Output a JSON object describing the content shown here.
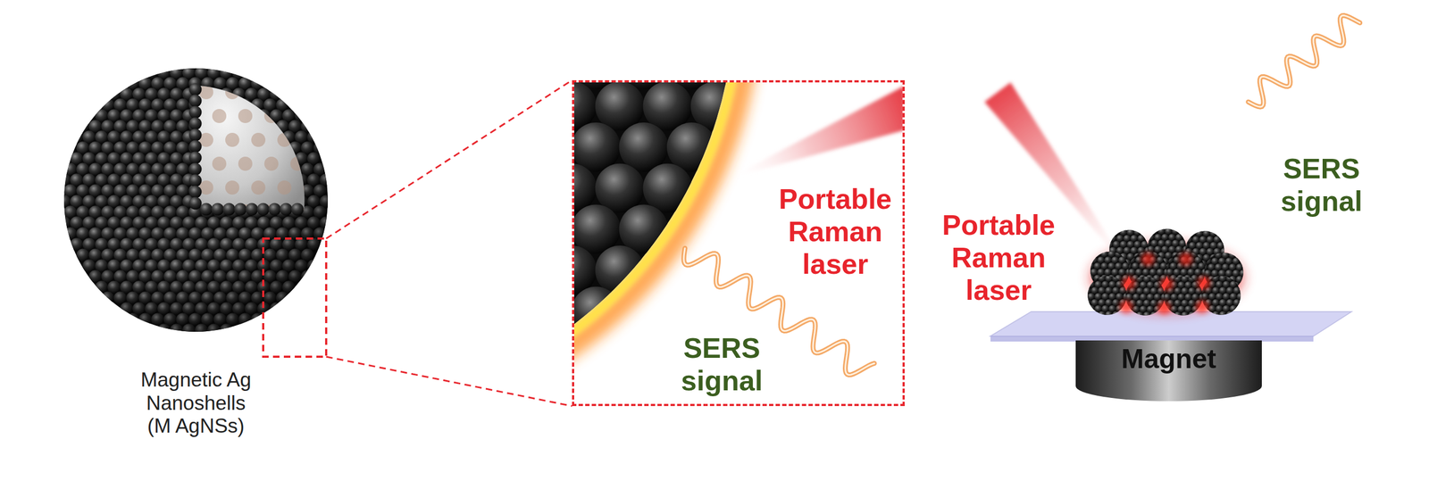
{
  "diagram": {
    "nodes": [
      {
        "text": [
          "Portable Raman laser",
          "SERS signal"
        ]
      },
      {
        "text": [
          "Magnet"
        ]
      }
    ],
    "labels": [
      "Magnetic Ag Nanoshells (M AgNSs)",
      "Portable Raman laser",
      "SERS signal"
    ]
  }
}
